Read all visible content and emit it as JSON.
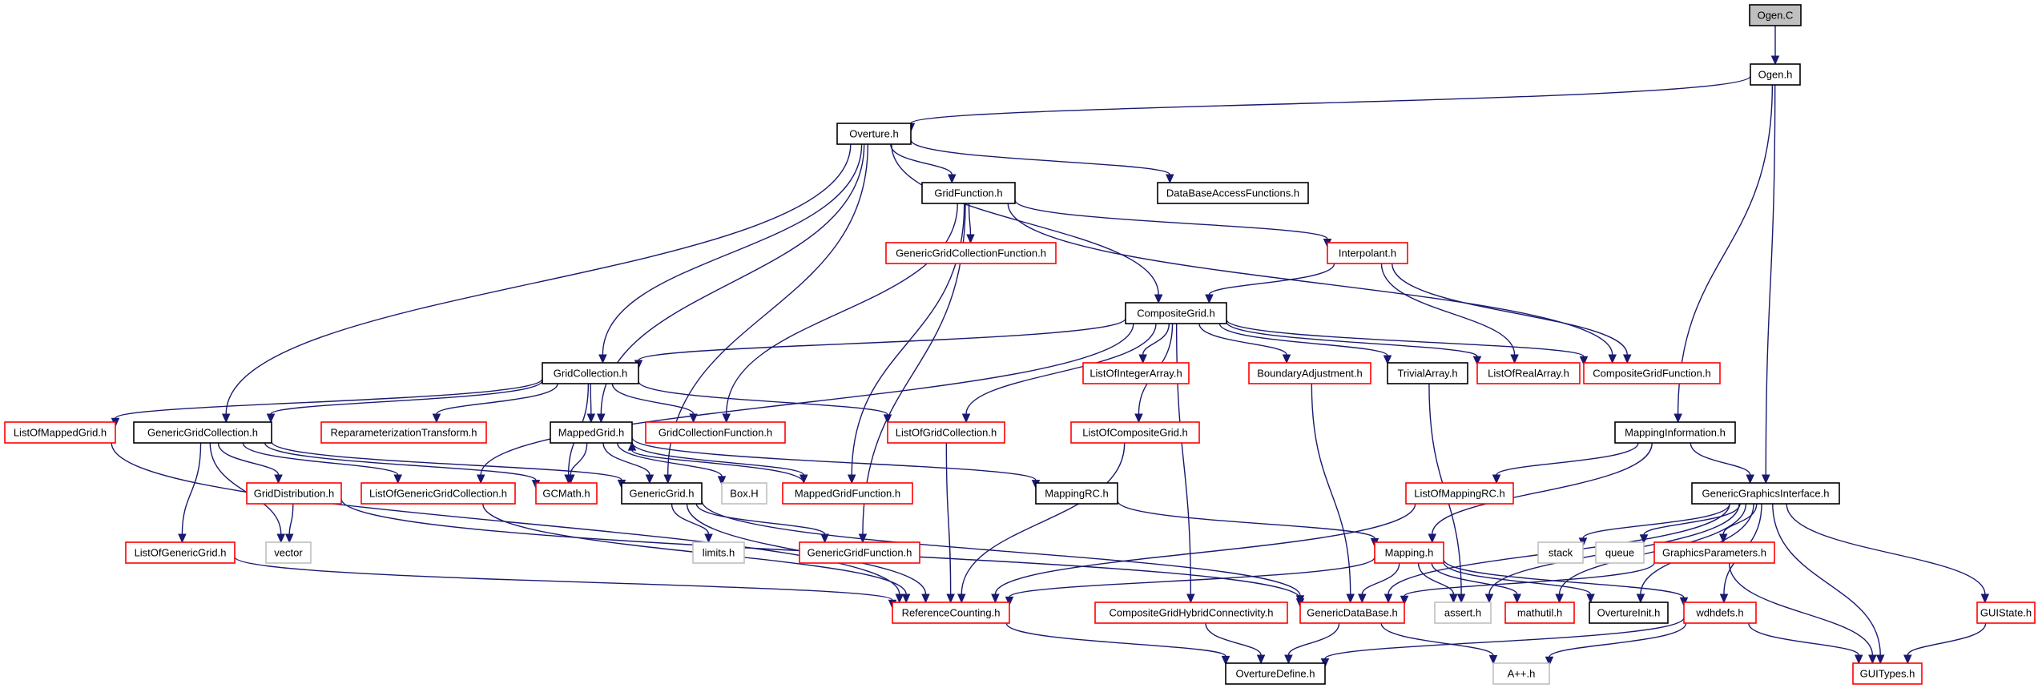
{
  "colors": {
    "edge": "#191970",
    "root_fill": "#bfbfbf",
    "normal_border": "#000000",
    "red_border": "#ff0000",
    "missing_border": "#bfbfbf"
  },
  "nodes": [
    {
      "id": "ogen_c",
      "label": "Ogen.C",
      "style": "root"
    },
    {
      "id": "ogen_h",
      "label": "Ogen.h",
      "style": "normal"
    },
    {
      "id": "overture_h",
      "label": "Overture.h",
      "style": "normal"
    },
    {
      "id": "gridfunction_h",
      "label": "GridFunction.h",
      "style": "normal"
    },
    {
      "id": "dbaccess_h",
      "label": "DataBaseAccessFunctions.h",
      "style": "normal"
    },
    {
      "id": "gengridcollfunc_h",
      "label": "GenericGridCollectionFunction.h",
      "style": "red"
    },
    {
      "id": "interpolant_h",
      "label": "Interpolant.h",
      "style": "red"
    },
    {
      "id": "compositegrid_h",
      "label": "CompositeGrid.h",
      "style": "normal"
    },
    {
      "id": "gridcollection_h",
      "label": "GridCollection.h",
      "style": "normal"
    },
    {
      "id": "listofintarray_h",
      "label": "ListOfIntegerArray.h",
      "style": "red"
    },
    {
      "id": "boundaryadj_h",
      "label": "BoundaryAdjustment.h",
      "style": "red"
    },
    {
      "id": "trivialarray_h",
      "label": "TrivialArray.h",
      "style": "normal"
    },
    {
      "id": "listofrealarray_h",
      "label": "ListOfRealArray.h",
      "style": "red"
    },
    {
      "id": "compgridfunc_h",
      "label": "CompositeGridFunction.h",
      "style": "red"
    },
    {
      "id": "listofmappedgrid_h",
      "label": "ListOfMappedGrid.h",
      "style": "red"
    },
    {
      "id": "gengridcoll_h",
      "label": "GenericGridCollection.h",
      "style": "normal"
    },
    {
      "id": "reparamtrans_h",
      "label": "ReparameterizationTransform.h",
      "style": "red"
    },
    {
      "id": "mappedgrid_h",
      "label": "MappedGrid.h",
      "style": "normal"
    },
    {
      "id": "gridcollfunc_h",
      "label": "GridCollectionFunction.h",
      "style": "red"
    },
    {
      "id": "listofgridcoll_h",
      "label": "ListOfGridCollection.h",
      "style": "red"
    },
    {
      "id": "listofcompgrid_h",
      "label": "ListOfCompositeGrid.h",
      "style": "red"
    },
    {
      "id": "mappinginfo_h",
      "label": "MappingInformation.h",
      "style": "normal"
    },
    {
      "id": "griddistribution_h",
      "label": "GridDistribution.h",
      "style": "red"
    },
    {
      "id": "listofgengridcoll_h",
      "label": "ListOfGenericGridCollection.h",
      "style": "red"
    },
    {
      "id": "gcmath_h",
      "label": "GCMath.h",
      "style": "red"
    },
    {
      "id": "genericgrid_h",
      "label": "GenericGrid.h",
      "style": "normal"
    },
    {
      "id": "box_h",
      "label": "Box.H",
      "style": "missing"
    },
    {
      "id": "mappedgridfunc_h",
      "label": "MappedGridFunction.h",
      "style": "red"
    },
    {
      "id": "mappingrc_h",
      "label": "MappingRC.h",
      "style": "normal"
    },
    {
      "id": "listofmappingrc_h",
      "label": "ListOfMappingRC.h",
      "style": "red"
    },
    {
      "id": "gengraphicsiface_h",
      "label": "GenericGraphicsInterface.h",
      "style": "normal"
    },
    {
      "id": "listofgenericgrid_h",
      "label": "ListOfGenericGrid.h",
      "style": "red"
    },
    {
      "id": "vector",
      "label": "vector",
      "style": "missing"
    },
    {
      "id": "limits_h",
      "label": "limits.h",
      "style": "missing"
    },
    {
      "id": "genericgridfunc_h",
      "label": "GenericGridFunction.h",
      "style": "red"
    },
    {
      "id": "mapping_h",
      "label": "Mapping.h",
      "style": "red"
    },
    {
      "id": "stack",
      "label": "stack",
      "style": "missing"
    },
    {
      "id": "queue",
      "label": "queue",
      "style": "missing"
    },
    {
      "id": "graphicsparams_h",
      "label": "GraphicsParameters.h",
      "style": "red"
    },
    {
      "id": "refcounting_h",
      "label": "ReferenceCounting.h",
      "style": "red"
    },
    {
      "id": "compgridhybrid_h",
      "label": "CompositeGridHybridConnectivity.h",
      "style": "red"
    },
    {
      "id": "genericdatabase_h",
      "label": "GenericDataBase.h",
      "style": "red"
    },
    {
      "id": "assert_h",
      "label": "assert.h",
      "style": "missing"
    },
    {
      "id": "mathutil_h",
      "label": "mathutil.h",
      "style": "red"
    },
    {
      "id": "overtureinit_h",
      "label": "OvertureInit.h",
      "style": "normal"
    },
    {
      "id": "wdhdefs_h",
      "label": "wdhdefs.h",
      "style": "red"
    },
    {
      "id": "guistate_h",
      "label": "GUIState.h",
      "style": "red"
    },
    {
      "id": "overturedefine_h",
      "label": "OvertureDefine.h",
      "style": "normal"
    },
    {
      "id": "appp_h",
      "label": "A++.h",
      "style": "missing"
    },
    {
      "id": "guitypes_h",
      "label": "GUITypes.h",
      "style": "red"
    }
  ],
  "edges": [
    [
      "ogen_c",
      "ogen_h"
    ],
    [
      "ogen_h",
      "overture_h"
    ],
    [
      "ogen_h",
      "mappinginfo_h"
    ],
    [
      "ogen_h",
      "gengraphicsiface_h"
    ],
    [
      "overture_h",
      "gridfunction_h"
    ],
    [
      "overture_h",
      "dbaccess_h"
    ],
    [
      "overture_h",
      "compositegrid_h"
    ],
    [
      "overture_h",
      "gridcollection_h"
    ],
    [
      "overture_h",
      "mappedgrid_h"
    ],
    [
      "overture_h",
      "gengridcoll_h"
    ],
    [
      "overture_h",
      "genericgrid_h"
    ],
    [
      "gridfunction_h",
      "gengridcollfunc_h"
    ],
    [
      "gridfunction_h",
      "interpolant_h"
    ],
    [
      "gridfunction_h",
      "compgridfunc_h"
    ],
    [
      "gridfunction_h",
      "gridcollfunc_h"
    ],
    [
      "gridfunction_h",
      "mappedgridfunc_h"
    ],
    [
      "gridfunction_h",
      "genericgridfunc_h"
    ],
    [
      "interpolant_h",
      "compositegrid_h"
    ],
    [
      "interpolant_h",
      "listofrealarray_h"
    ],
    [
      "interpolant_h",
      "compgridfunc_h"
    ],
    [
      "compositegrid_h",
      "gridcollection_h"
    ],
    [
      "compositegrid_h",
      "listofintarray_h"
    ],
    [
      "compositegrid_h",
      "boundaryadj_h"
    ],
    [
      "compositegrid_h",
      "trivialarray_h"
    ],
    [
      "compositegrid_h",
      "listofrealarray_h"
    ],
    [
      "compositegrid_h",
      "compgridfunc_h"
    ],
    [
      "compositegrid_h",
      "listofgridcoll_h"
    ],
    [
      "compositegrid_h",
      "listofcompgrid_h"
    ],
    [
      "compositegrid_h",
      "listofgengridcoll_h"
    ],
    [
      "compositegrid_h",
      "compgridhybrid_h"
    ],
    [
      "gridcollection_h",
      "listofmappedgrid_h"
    ],
    [
      "gridcollection_h",
      "gengridcoll_h"
    ],
    [
      "gridcollection_h",
      "reparamtrans_h"
    ],
    [
      "gridcollection_h",
      "mappedgrid_h"
    ],
    [
      "gridcollection_h",
      "gridcollfunc_h"
    ],
    [
      "gridcollection_h",
      "listofgridcoll_h"
    ],
    [
      "gridcollection_h",
      "gcmath_h"
    ],
    [
      "gengridcoll_h",
      "listofgenericgrid_h"
    ],
    [
      "gengridcoll_h",
      "vector"
    ],
    [
      "gengridcoll_h",
      "griddistribution_h"
    ],
    [
      "gengridcoll_h",
      "listofgengridcoll_h"
    ],
    [
      "gengridcoll_h",
      "gcmath_h"
    ],
    [
      "gengridcoll_h",
      "genericgrid_h"
    ],
    [
      "mappedgrid_h",
      "gcmath_h"
    ],
    [
      "mappedgrid_h",
      "genericgrid_h"
    ],
    [
      "mappedgrid_h",
      "box_h"
    ],
    [
      "mappedgrid_h",
      "mappedgridfunc_h"
    ],
    [
      "mappedgrid_h",
      "mappingrc_h"
    ],
    [
      "mappedgridfunc_h",
      "mappedgrid_h"
    ],
    [
      "griddistribution_h",
      "vector"
    ],
    [
      "griddistribution_h",
      "genericdatabase_h"
    ],
    [
      "genericgrid_h",
      "limits_h"
    ],
    [
      "genericgrid_h",
      "genericgridfunc_h"
    ],
    [
      "genericgrid_h",
      "refcounting_h"
    ],
    [
      "genericgrid_h",
      "genericdatabase_h"
    ],
    [
      "listofmappedgrid_h",
      "refcounting_h"
    ],
    [
      "listofgenericgrid_h",
      "refcounting_h"
    ],
    [
      "listofgengridcoll_h",
      "refcounting_h"
    ],
    [
      "listofgridcoll_h",
      "refcounting_h"
    ],
    [
      "listofcompgrid_h",
      "refcounting_h"
    ],
    [
      "listofmappingrc_h",
      "refcounting_h"
    ],
    [
      "mappingrc_h",
      "mapping_h"
    ],
    [
      "mappinginfo_h",
      "listofmappingrc_h"
    ],
    [
      "mappinginfo_h",
      "gengraphicsiface_h"
    ],
    [
      "mappinginfo_h",
      "mapping_h"
    ],
    [
      "boundaryadj_h",
      "genericdatabase_h"
    ],
    [
      "trivialarray_h",
      "assert_h"
    ],
    [
      "gengraphicsiface_h",
      "stack"
    ],
    [
      "gengraphicsiface_h",
      "queue"
    ],
    [
      "gengraphicsiface_h",
      "graphicsparams_h"
    ],
    [
      "gengraphicsiface_h",
      "genericdatabase_h"
    ],
    [
      "gengraphicsiface_h",
      "assert_h"
    ],
    [
      "gengraphicsiface_h",
      "mathutil_h"
    ],
    [
      "gengraphicsiface_h",
      "overtureinit_h"
    ],
    [
      "gengraphicsiface_h",
      "wdhdefs_h"
    ],
    [
      "gengraphicsiface_h",
      "guistate_h"
    ],
    [
      "gengraphicsiface_h",
      "guitypes_h"
    ],
    [
      "mapping_h",
      "refcounting_h"
    ],
    [
      "mapping_h",
      "genericdatabase_h"
    ],
    [
      "mapping_h",
      "assert_h"
    ],
    [
      "mapping_h",
      "mathutil_h"
    ],
    [
      "mapping_h",
      "overtureinit_h"
    ],
    [
      "mapping_h",
      "wdhdefs_h"
    ],
    [
      "graphicsparams_h",
      "genericdatabase_h"
    ],
    [
      "graphicsparams_h",
      "guitypes_h"
    ],
    [
      "guistate_h",
      "guitypes_h"
    ],
    [
      "refcounting_h",
      "overturedefine_h"
    ],
    [
      "compgridhybrid_h",
      "overturedefine_h"
    ],
    [
      "genericdatabase_h",
      "overturedefine_h"
    ],
    [
      "genericdatabase_h",
      "appp_h"
    ],
    [
      "wdhdefs_h",
      "overturedefine_h"
    ],
    [
      "wdhdefs_h",
      "appp_h"
    ],
    [
      "wdhdefs_h",
      "guitypes_h"
    ]
  ]
}
